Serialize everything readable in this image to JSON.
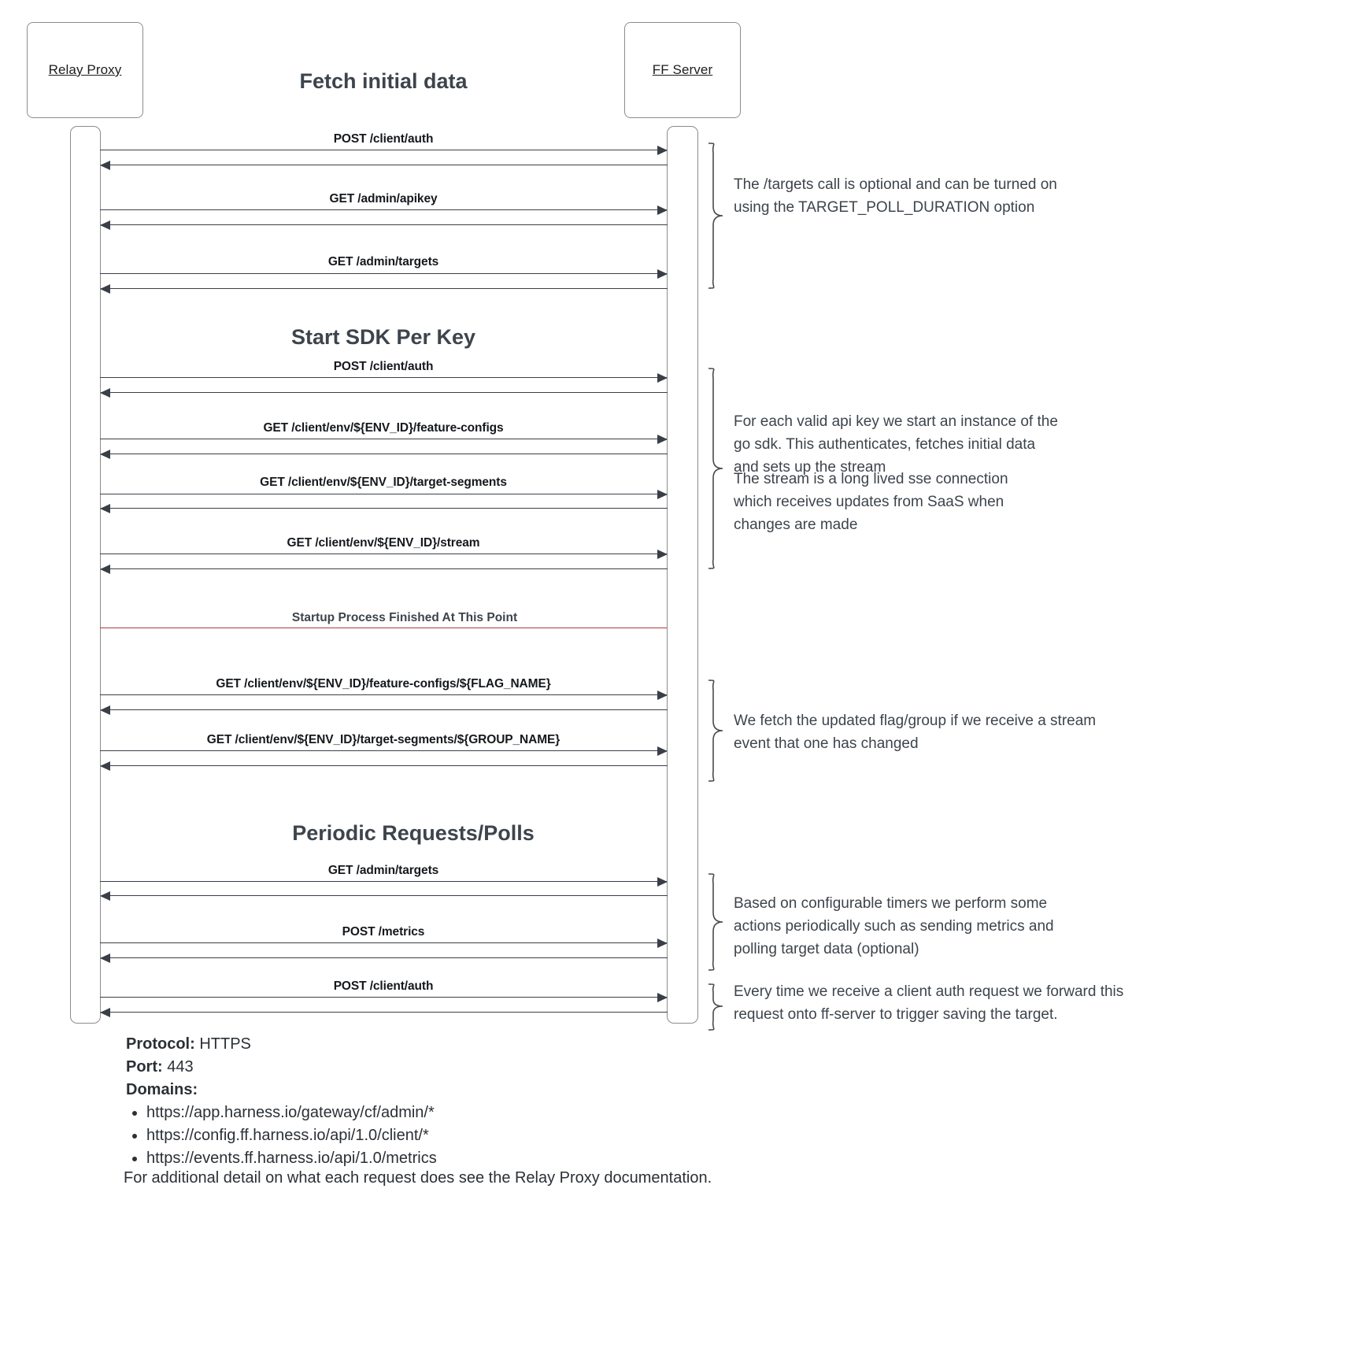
{
  "diagram": {
    "actors": [
      {
        "name": "relay-proxy",
        "label": "Relay Proxy"
      },
      {
        "name": "ff-server",
        "label": "FF Server"
      }
    ],
    "sections": [
      {
        "name": "fetch-initial-data",
        "title": "Fetch initial data"
      },
      {
        "name": "start-sdk-per-key",
        "title": "Start SDK Per Key"
      },
      {
        "name": "periodic-requests-polls",
        "title": "Periodic Requests/Polls"
      }
    ],
    "messages": [
      {
        "label": "POST /client/auth"
      },
      {
        "label": "GET /admin/apikey"
      },
      {
        "label": "GET /admin/targets"
      },
      {
        "label": "POST /client/auth"
      },
      {
        "label": "GET /client/env/${ENV_ID}/feature-configs"
      },
      {
        "label": "GET /client/env/${ENV_ID}/target-segments"
      },
      {
        "label": "GET /client/env/${ENV_ID}/stream"
      },
      {
        "label": "GET /client/env/${ENV_ID}/feature-configs/${FLAG_NAME}"
      },
      {
        "label": "GET /client/env/${ENV_ID}/target-segments/${GROUP_NAME}"
      },
      {
        "label": "GET /admin/targets"
      },
      {
        "label": "POST /metrics"
      },
      {
        "label": "POST /client/auth"
      }
    ],
    "divider": {
      "label": "Startup Process Finished At This Point",
      "color": "#b03a3a"
    },
    "notes": [
      {
        "name": "note-targets-optional",
        "text": "The /targets call is optional and can be turned on using the TARGET_POLL_DURATION option"
      },
      {
        "name": "note-sdk-instance",
        "line1": "For each valid api key we start an instance of the go sdk. This authenticates, fetches initial data and sets up the stream",
        "line2": "The stream is a long lived sse connection which receives updates from SaaS when changes are made"
      },
      {
        "name": "note-stream-update",
        "text": "We fetch the updated flag/group if we receive a stream event that one has changed"
      },
      {
        "name": "note-periodic-timers",
        "text": "Based on configurable timers we perform some actions periodically such as sending metrics and polling target data (optional)"
      },
      {
        "name": "note-client-auth-forward",
        "text": "Every time we receive a client auth request we forward this request onto ff-server to trigger saving the target."
      }
    ]
  },
  "footer": {
    "protocol_key": "Protocol:",
    "protocol_value": "HTTPS",
    "port_key": "Port:",
    "port_value": "443",
    "domains_key": "Domains:",
    "domains": [
      "https://app.harness.io/gateway/cf/admin/*",
      "https://config.ff.harness.io/api/1.0/client/*",
      "https://events.ff.harness.io/api/1.0/metrics"
    ],
    "footnote": "For additional detail on what each request does see the Relay Proxy documentation."
  }
}
